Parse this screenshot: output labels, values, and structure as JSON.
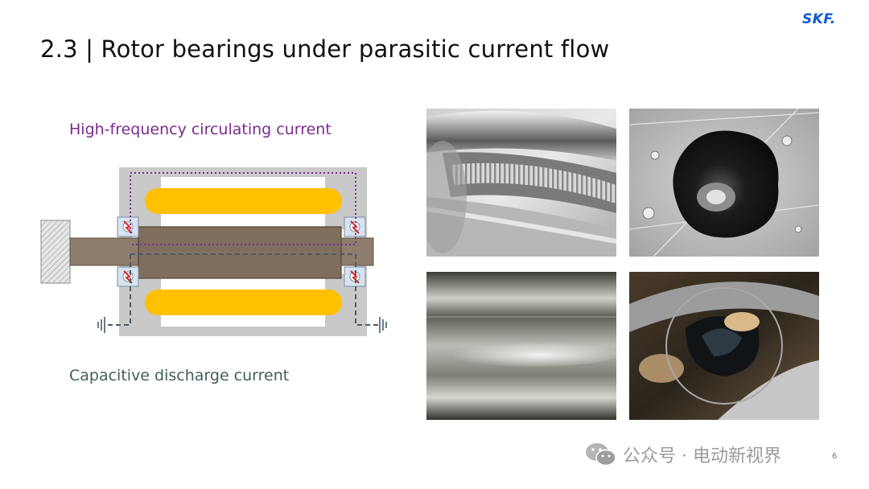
{
  "slide": {
    "title": "2.3 |  Rotor bearings under parasitic current flow",
    "logo_text": "SKF.",
    "page_number": "6"
  },
  "diagram": {
    "top_label": "High-frequency circulating current",
    "bottom_label": "Capacitive discharge current",
    "colors": {
      "housing": "#c9c9c9",
      "shaft": "#8e7d6d",
      "rotor": "#7f6e5e",
      "winding": "#ffc000",
      "circulating_path": "#7b2b8f",
      "discharge_path": "#4b5b68",
      "bearing": "#d7e3ee",
      "bearing_spark": "#e0262c"
    }
  },
  "photos": [
    {
      "name": "photo-bearing-ring-fluting",
      "icon": "bearing-ring-fluting-photo"
    },
    {
      "name": "photo-crater-micrograph",
      "icon": "crater-micrograph-photo"
    },
    {
      "name": "photo-raceway-frosting",
      "icon": "raceway-frosting-photo"
    },
    {
      "name": "photo-burnt-cage",
      "icon": "burnt-cage-photo"
    }
  ],
  "watermark": {
    "text": "公众号 · 电动新视界",
    "icon": "wechat-icon"
  }
}
